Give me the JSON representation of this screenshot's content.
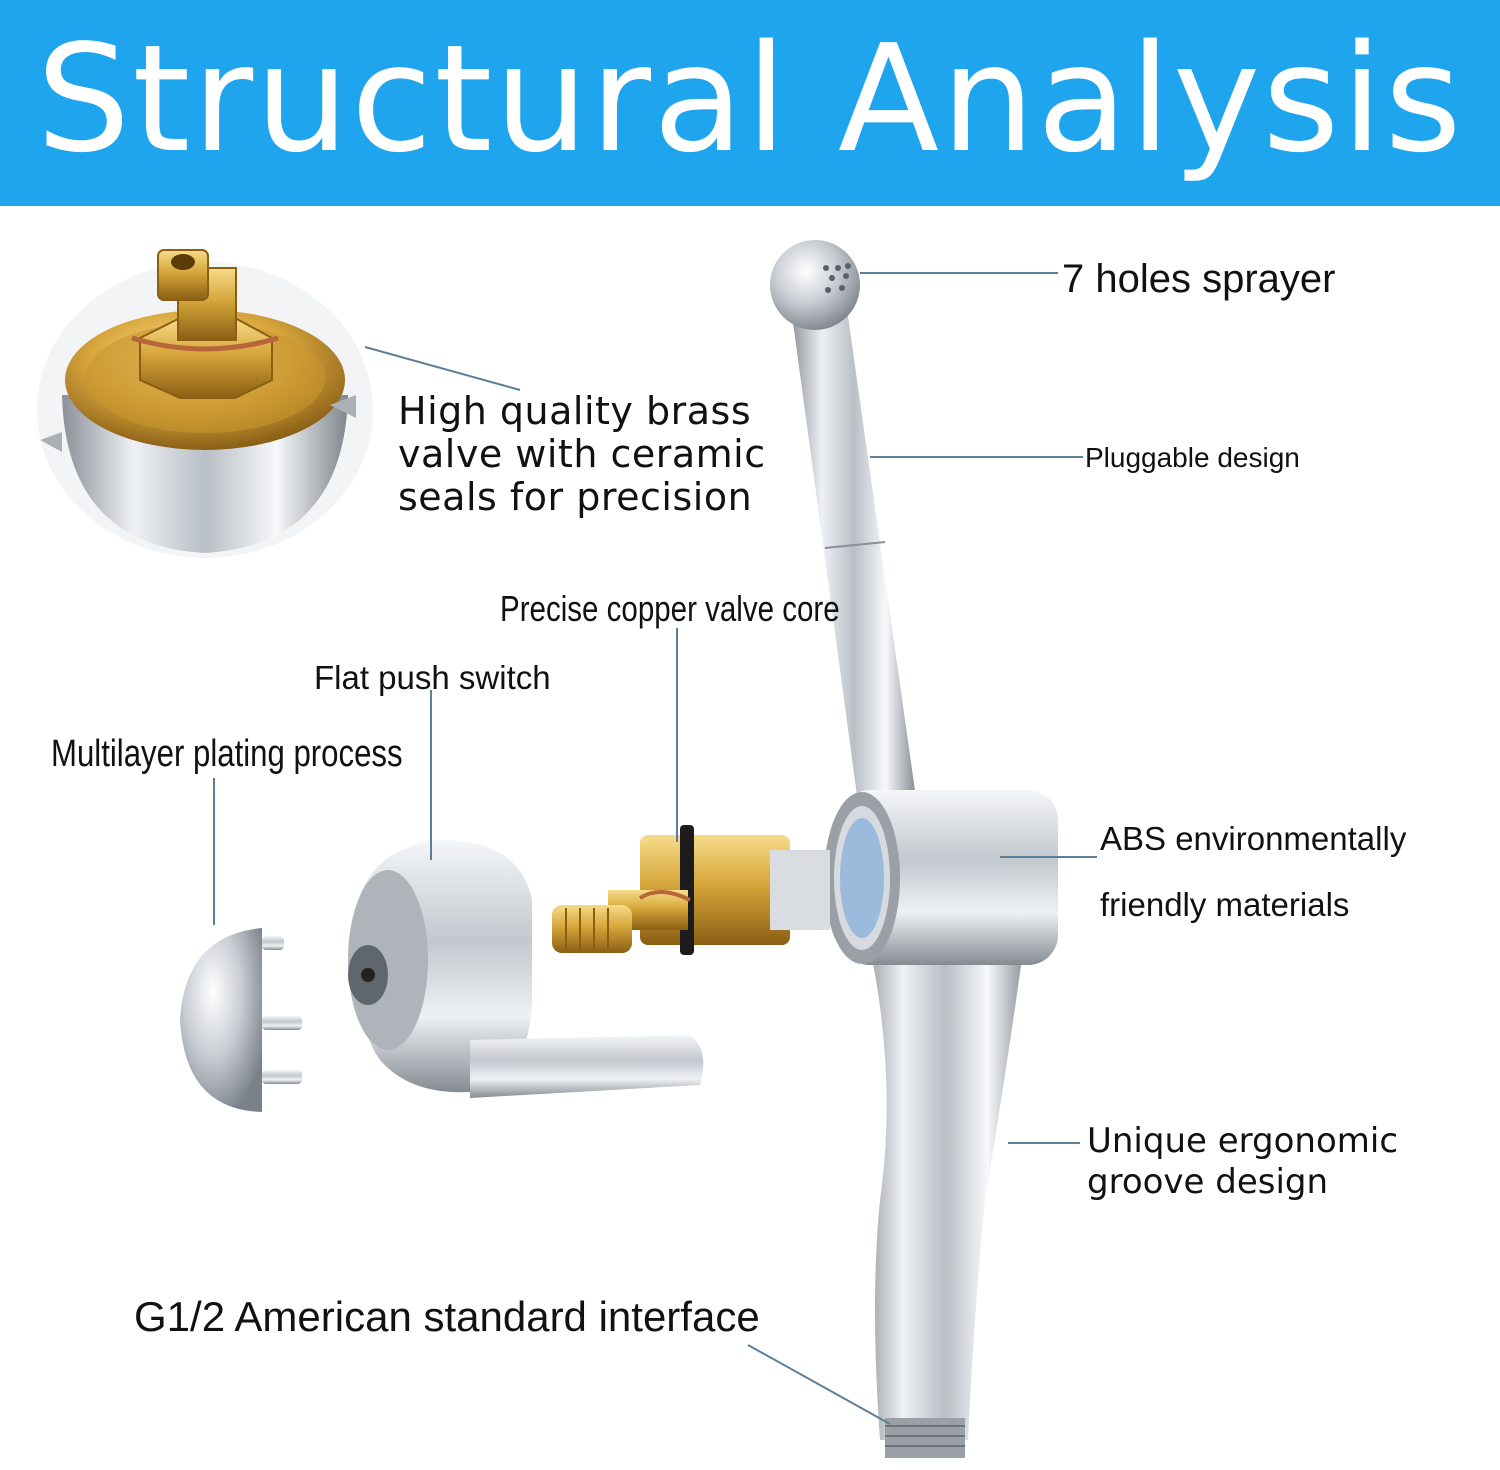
{
  "header": {
    "title": "Structural Analysis"
  },
  "labels": {
    "sprayer": "7 holes sprayer",
    "pluggable": "Pluggable design",
    "valve_desc_lines": [
      "High quality brass",
      "valve with ceramic",
      "seals for precision"
    ],
    "valve_core": "Precise copper valve core",
    "push_switch": "Flat push switch",
    "plating": "Multilayer plating process",
    "abs_line1": "ABS environmentally",
    "abs_line2": "friendly materials",
    "ergonomic_line1": "Unique ergonomic",
    "ergonomic_line2": "groove design",
    "interface": "G1/2 American standard interface"
  },
  "colors": {
    "header_bg": "#1ea5ee",
    "header_text": "#ffffff",
    "chrome": "#c9ced4",
    "brass": "#d6a63a",
    "leader_line": "#5c7f99"
  },
  "icons": [
    "brass-valve-closeup",
    "sprayer-body",
    "valve-cartridge",
    "lever-handle",
    "dome-cap"
  ]
}
